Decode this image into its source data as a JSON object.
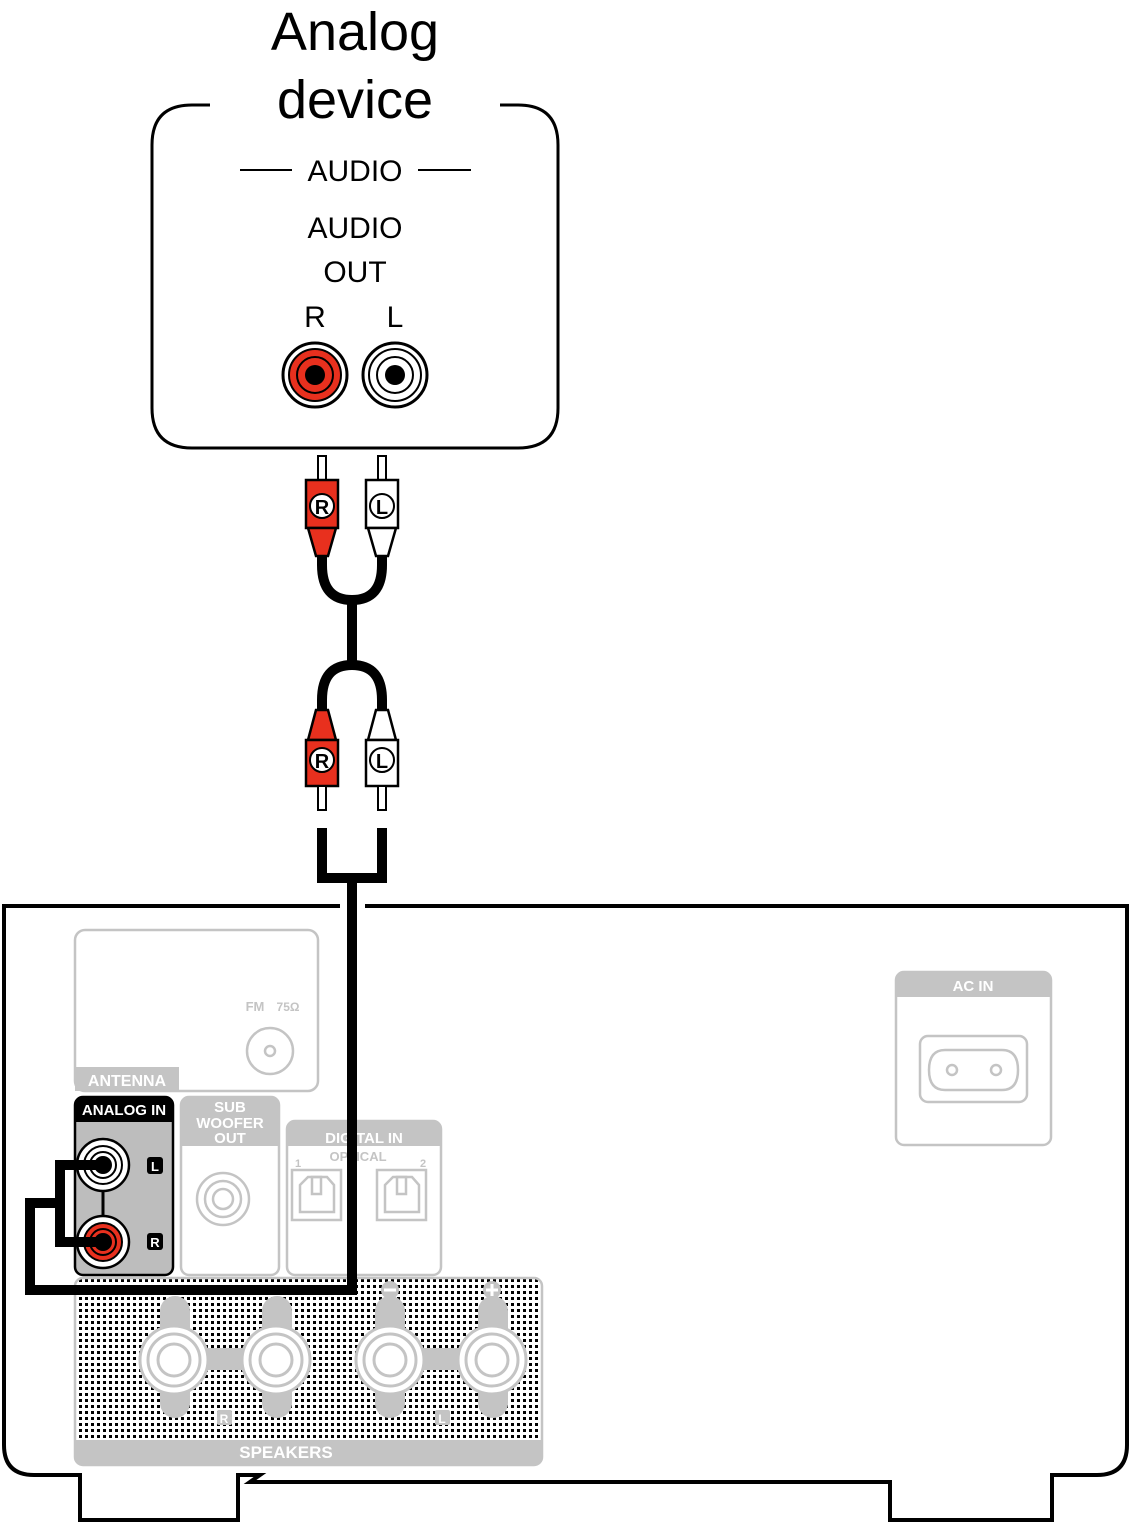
{
  "device": {
    "title_line1": "Analog",
    "title_line2": "device",
    "section_label": "AUDIO",
    "output_label_line1": "AUDIO",
    "output_label_line2": "OUT",
    "right_label": "R",
    "left_label": "L"
  },
  "cable": {
    "plug_right_label": "R",
    "plug_left_label": "L"
  },
  "receiver": {
    "antenna_label": "ANTENNA",
    "fm_label": "FM",
    "fm_impedance": "75Ω",
    "analog_in_label": "ANALOG IN",
    "analog_in_left": "L",
    "analog_in_right": "R",
    "subwoofer_line1": "SUB",
    "subwoofer_line2": "WOOFER",
    "subwoofer_line3": "OUT",
    "digital_in_label": "DIGITAL IN",
    "optical_label": "OPTICAL",
    "optical_1": "1",
    "optical_2": "2",
    "speakers_label": "SPEAKERS",
    "speakers_right": "R",
    "speakers_left": "L",
    "ac_in_label": "AC IN"
  },
  "colors": {
    "right_channel": "#e8301e",
    "left_channel": "#ffffff",
    "inactive_panel": "#c4c4c4",
    "cable": "#000000"
  }
}
